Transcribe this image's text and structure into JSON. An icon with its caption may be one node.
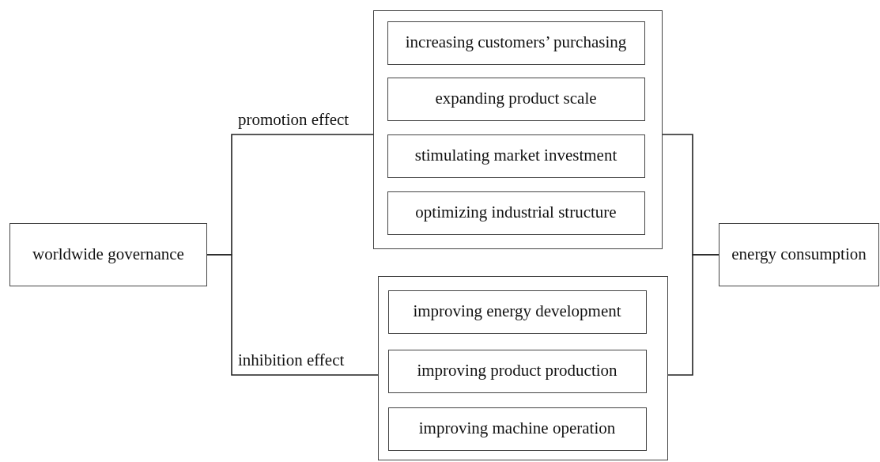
{
  "diagram": {
    "nodes": [
      {
        "text": [
          "worldwide governance"
        ]
      },
      {
        "text": [],
        "shape": "box"
      },
      {
        "text": [
          "increasing customers’ purchasing"
        ],
        "in": 1
      },
      {
        "text": [
          "expanding product scale"
        ],
        "in": 1
      },
      {
        "text": [
          "stimulating market investment"
        ],
        "in": 1
      },
      {
        "text": [
          "optimizing industrial structure"
        ],
        "in": 1
      },
      {
        "text": [],
        "shape": "box"
      },
      {
        "text": [
          "improving energy development"
        ],
        "in": 6
      },
      {
        "text": [
          "improving product production"
        ],
        "in": 6
      },
      {
        "text": [
          "improving machine operation"
        ],
        "in": 6
      },
      {
        "text": [
          "energy consumption"
        ]
      }
    ],
    "edges": [
      {
        "from": 0,
        "to": 1,
        "arrow": "none",
        "label": "promotion effect"
      },
      {
        "from": 0,
        "to": 6,
        "arrow": "none",
        "label": "inhibition effect"
      },
      {
        "from": 1,
        "to": 10,
        "arrow": "none"
      },
      {
        "from": 6,
        "to": 10,
        "arrow": "none"
      }
    ]
  }
}
